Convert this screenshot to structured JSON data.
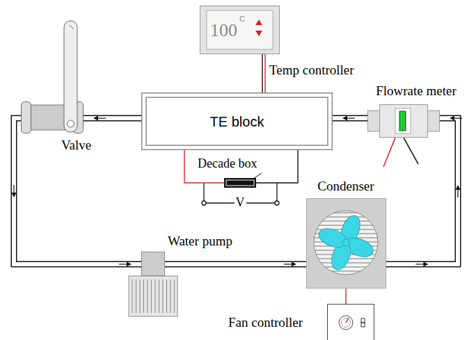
{
  "diagram": {
    "nodes": [
      {
        "text": [
          "100",
          "C",
          "Temp controller"
        ]
      },
      {
        "text": [
          "Flowrate meter"
        ]
      },
      {
        "text": [
          "Valve"
        ]
      },
      {
        "text": [
          "TE block"
        ]
      },
      {
        "text": [
          "Decade box"
        ]
      },
      {
        "text": [
          "Condenser"
        ]
      },
      {
        "text": [
          "Water pump"
        ]
      },
      {
        "text": [
          "Fan controller"
        ]
      }
    ],
    "edges": [
      {
        "from": 0,
        "to": 3,
        "arrow": "none"
      },
      {
        "from": 1,
        "to": 3,
        "arrow": "to"
      },
      {
        "from": 3,
        "to": 2,
        "arrow": "to"
      },
      {
        "from": 2,
        "to": 6,
        "arrow": "to"
      },
      {
        "from": 6,
        "to": 5,
        "arrow": "to"
      },
      {
        "from": 5,
        "to": 1,
        "arrow": "to"
      },
      {
        "from": 3,
        "to": 4,
        "arrow": "none"
      },
      {
        "from": 3,
        "to": 4,
        "arrow": "none"
      },
      {
        "from": 7,
        "to": 5,
        "arrow": "none"
      }
    ],
    "labels": [
      "V"
    ]
  }
}
